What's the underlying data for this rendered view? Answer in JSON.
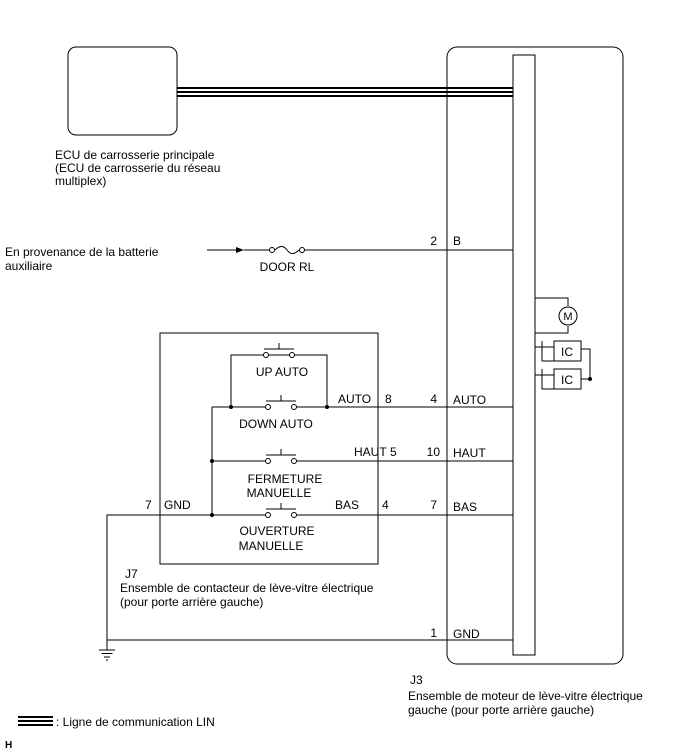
{
  "ecu": {
    "name_line1": "ECU de carrosserie principale",
    "name_line2": "(ECU de carrosserie du réseau",
    "name_line3": "multiplex)"
  },
  "battery": {
    "label_line1": "En provenance de la batterie",
    "label_line2": "auxiliaire",
    "fuse_label": "DOOR RL"
  },
  "switch_assembly": {
    "code": "J7",
    "name_line1": "Ensemble de contacteur de lève-vitre électrique",
    "name_line2": "(pour porte arrière gauche)",
    "switches": {
      "up_auto": "UP AUTO",
      "down_auto": "DOWN AUTO",
      "manual_close_line1": "FERMETURE",
      "manual_close_line2": "MANUELLE",
      "manual_open_line1": "OUVERTURE",
      "manual_open_line2": "MANUELLE"
    },
    "terminals": {
      "auto_label": "AUTO",
      "auto_pin": "8",
      "haut_label": "HAUT",
      "haut_pin": "5",
      "bas_label": "BAS",
      "bas_pin": "4",
      "gnd_pin": "7",
      "gnd_label": "GND"
    }
  },
  "motor_assembly": {
    "code": "J3",
    "name_line1": "Ensemble de moteur de lève-vitre électrique",
    "name_line2": "gauche (pour porte arrière gauche)",
    "terminals": {
      "b_pin": "2",
      "b_label": "B",
      "auto_pin": "4",
      "auto_label": "AUTO",
      "haut_pin": "10",
      "haut_label": "HAUT",
      "bas_pin": "7",
      "bas_label": "BAS",
      "gnd_pin": "1",
      "gnd_label": "GND"
    },
    "motor_symbol": "M",
    "ic1": "IC",
    "ic2": "IC"
  },
  "legend": {
    "lin_label": ": Ligne de communication LIN"
  },
  "corner_mark": "H"
}
